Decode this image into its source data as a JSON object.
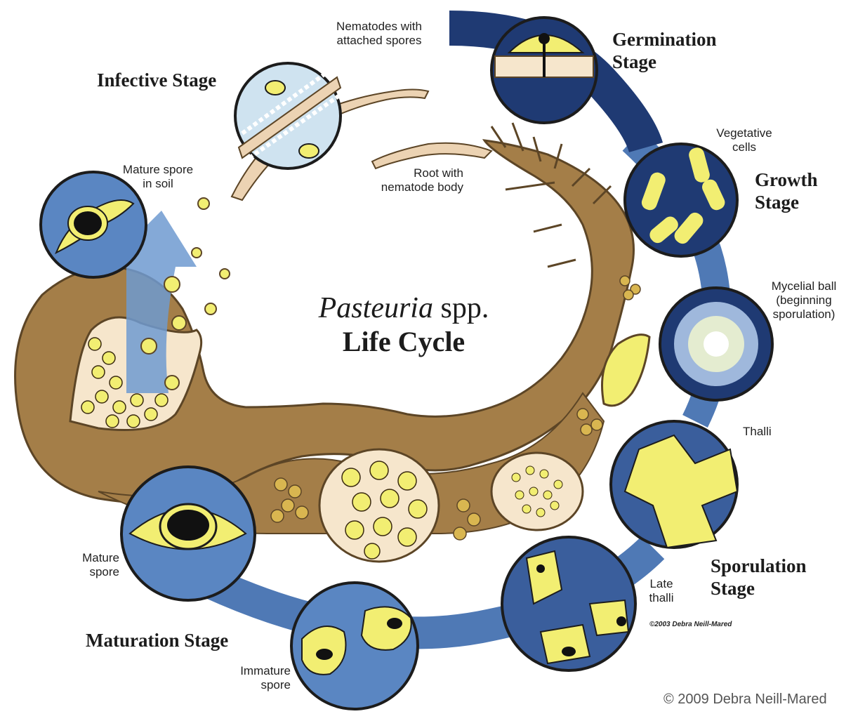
{
  "title": {
    "genus": "Pasteuria",
    "suffix": "spp.",
    "line2": "Life Cycle"
  },
  "stages": {
    "infective": "Infective Stage",
    "germination": [
      "Germination",
      "Stage"
    ],
    "growth": [
      "Growth",
      "Stage"
    ],
    "sporulation": [
      "Sporulation",
      "Stage"
    ],
    "maturation": "Maturation Stage"
  },
  "labels": {
    "nematodes": [
      "Nematodes with",
      "attached spores"
    ],
    "root": [
      "Root with",
      "nematode body"
    ],
    "mature_soil": [
      "Mature spore",
      "in soil"
    ],
    "vegetative": [
      "Vegetative",
      "cells"
    ],
    "mycelial": [
      "Mycelial ball",
      "(beginning",
      "sporulation)"
    ],
    "thalli": "Thalli",
    "late_thalli": [
      "Late",
      "thalli"
    ],
    "mature_spore": [
      "Mature",
      "spore"
    ],
    "immature_spore": [
      "Immature",
      "spore"
    ]
  },
  "credits": {
    "small": "©2003 Debra Neill-Mared",
    "main": "© 2009 Debra Neill-Mared"
  },
  "colors": {
    "nematode_body": "#a47e48",
    "nematode_outline": "#5c4526",
    "circle_blue": "#5a86c2",
    "dark_blue": "#1f3a73",
    "band_blue": "#4f79b5",
    "spore_yellow": "#f2ee72",
    "arrow_blue": "#6f9ad0",
    "sac_pink": "#f6e6cc",
    "root_tan": "#ecd3b3"
  }
}
